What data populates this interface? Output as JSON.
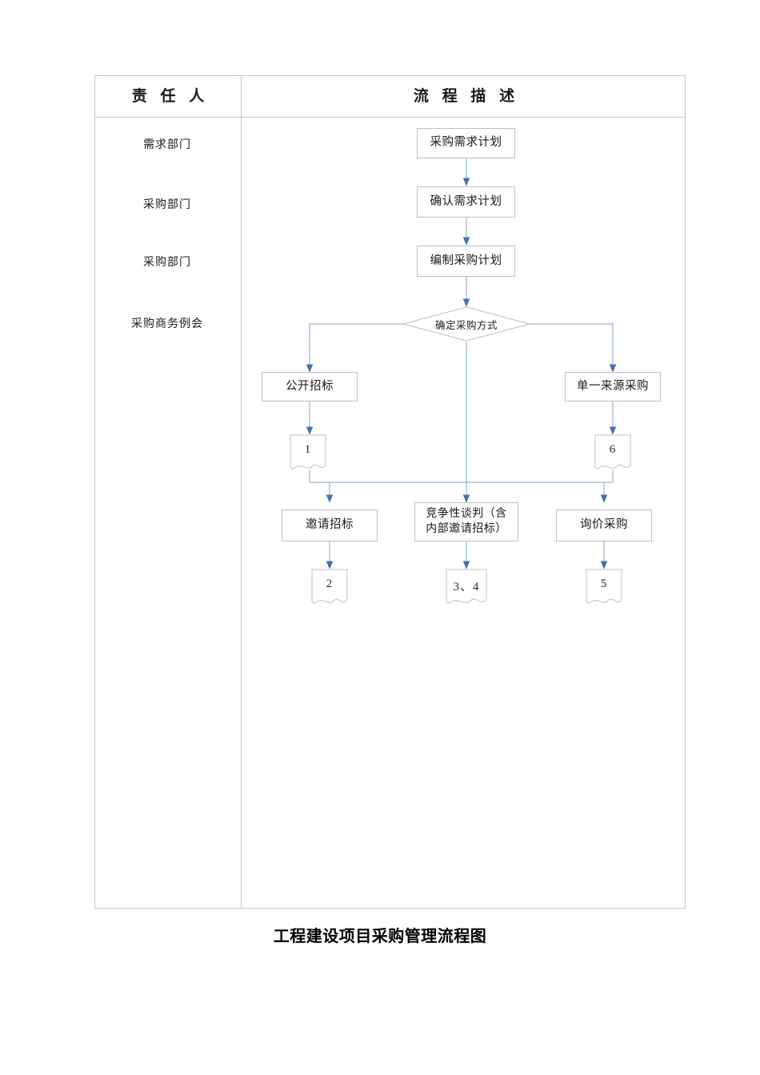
{
  "table": {
    "headers": {
      "owner": "责 任 人",
      "process": "流 程 描 述"
    },
    "roles": [
      {
        "label": "需求部门"
      },
      {
        "label": "采购部门"
      },
      {
        "label": "采购部门"
      },
      {
        "label": "采购商务例会"
      }
    ]
  },
  "flow": {
    "nodes": [
      {
        "id": "demand-plan",
        "type": "process",
        "label": "采购需求计划"
      },
      {
        "id": "confirm-plan",
        "type": "process",
        "label": "确认需求计划"
      },
      {
        "id": "compile-plan",
        "type": "process",
        "label": "编制采购计划"
      },
      {
        "id": "decide-method",
        "type": "decision",
        "label": "确定采购方式"
      },
      {
        "id": "open-tender",
        "type": "process",
        "label": "公开招标"
      },
      {
        "id": "single-source",
        "type": "process",
        "label": "单一来源采购"
      },
      {
        "id": "invited-tender",
        "type": "process",
        "label": "邀请招标"
      },
      {
        "id": "competitive-nego",
        "type": "process",
        "label": "竞争性谈判（含\n内部邀请招标）"
      },
      {
        "id": "inquiry-purchase",
        "type": "process",
        "label": "询价采购"
      },
      {
        "id": "doc-1",
        "type": "document",
        "label": "1"
      },
      {
        "id": "doc-6",
        "type": "document",
        "label": "6"
      },
      {
        "id": "doc-2",
        "type": "document",
        "label": "2"
      },
      {
        "id": "doc-34",
        "type": "document",
        "label": "3、4"
      },
      {
        "id": "doc-5",
        "type": "document",
        "label": "5"
      }
    ],
    "connector_line_color": "#9db8d6",
    "connector_arrow_color": "#4472a8",
    "node_border_color": "#bfbfbf"
  },
  "caption": "工程建设项目采购管理流程图"
}
